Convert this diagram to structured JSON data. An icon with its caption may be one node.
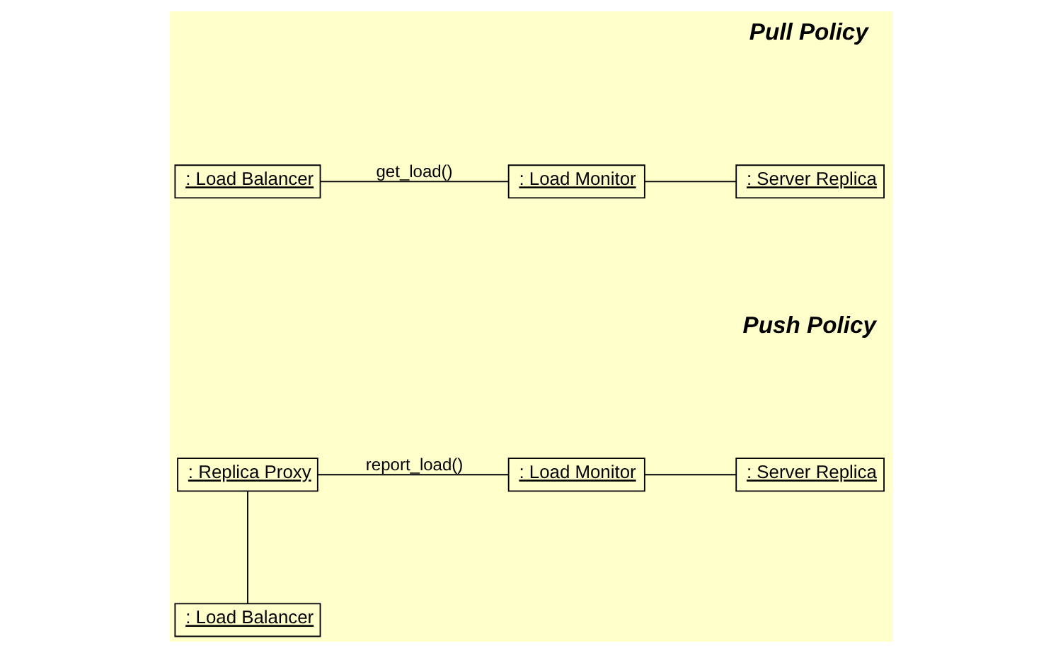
{
  "diagram": {
    "nodes": [
      {
        "text": [
          ": Load Balancer"
        ]
      },
      {
        "text": [
          ": Load Monitor"
        ]
      },
      {
        "text": [
          ": Server Replica"
        ]
      },
      {
        "text": [
          ": Replica Proxy"
        ]
      },
      {
        "text": [
          ": Load Monitor"
        ]
      },
      {
        "text": [
          ": Server Replica"
        ]
      },
      {
        "text": [
          ": Load Balancer"
        ]
      }
    ],
    "edges": [
      {
        "from": 0,
        "to": 1,
        "arrow": "none",
        "label": "get_load()"
      },
      {
        "from": 1,
        "to": 2,
        "arrow": "none"
      },
      {
        "from": 3,
        "to": 4,
        "arrow": "none",
        "label": "report_load()"
      },
      {
        "from": 4,
        "to": 5,
        "arrow": "none"
      },
      {
        "from": 3,
        "to": 6,
        "arrow": "none"
      }
    ],
    "labels": [
      "Pull Policy",
      "Push Policy"
    ]
  }
}
